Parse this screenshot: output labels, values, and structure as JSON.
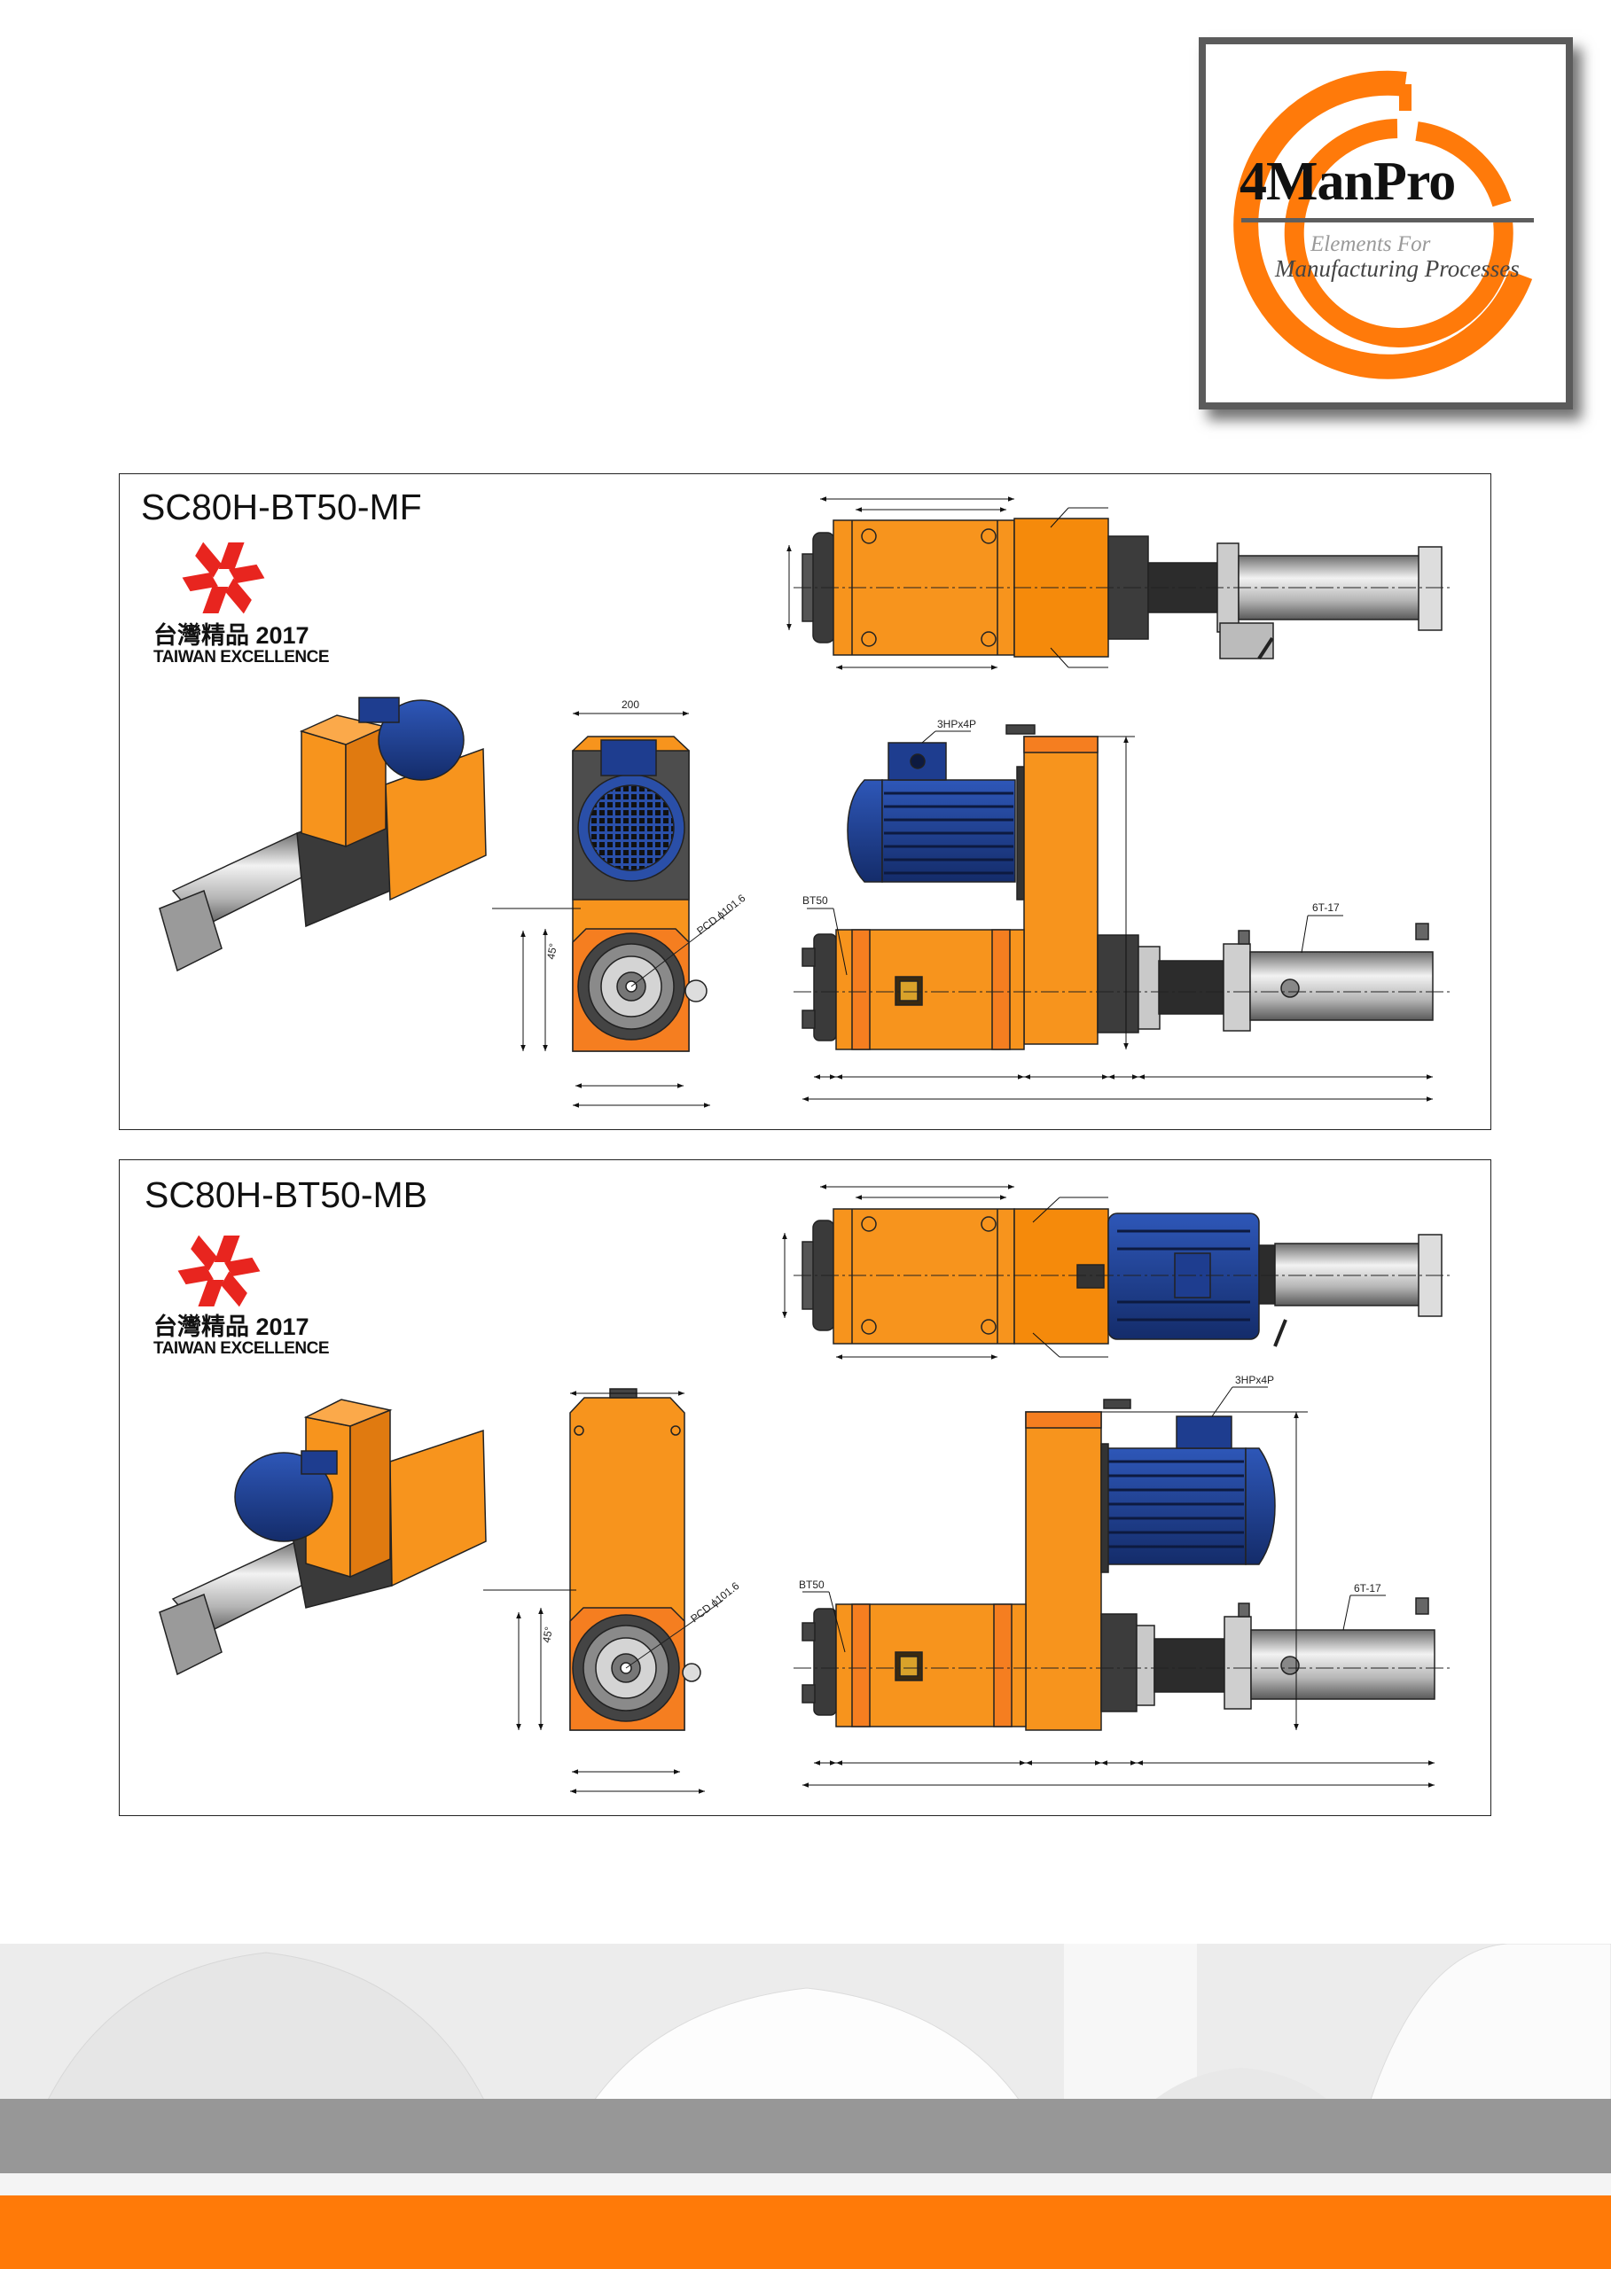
{
  "logo": {
    "brand": "4ManPro",
    "tagline_1": "Elements For",
    "tagline_2": "Manufacturing Processes",
    "colors": {
      "orange": "#FF7A0A",
      "border": "#5B5B5B"
    }
  },
  "panels": [
    {
      "title": "SC80H-BT50-MF",
      "award": {
        "cn": "台灣精品 2017",
        "en": "TAIWAN EXCELLENCE"
      },
      "labels": {
        "width": "200",
        "motor": "3HPx4P",
        "spindle": "BT50",
        "cylinder": "6T-17",
        "pcd": "PCD ϕ101.6",
        "angle": "45°"
      }
    },
    {
      "title": "SC80H-BT50-MB",
      "award": {
        "cn": "台灣精品 2017",
        "en": "TAIWAN EXCELLENCE"
      },
      "labels": {
        "motor": "3HPx4P",
        "spindle": "BT50",
        "cylinder": "6T-17",
        "pcd": "PCD ϕ101.6",
        "angle": "45°"
      }
    }
  ],
  "footer": {
    "colors": {
      "gray_band": "#979797",
      "orange_band": "#FF7A08"
    }
  }
}
